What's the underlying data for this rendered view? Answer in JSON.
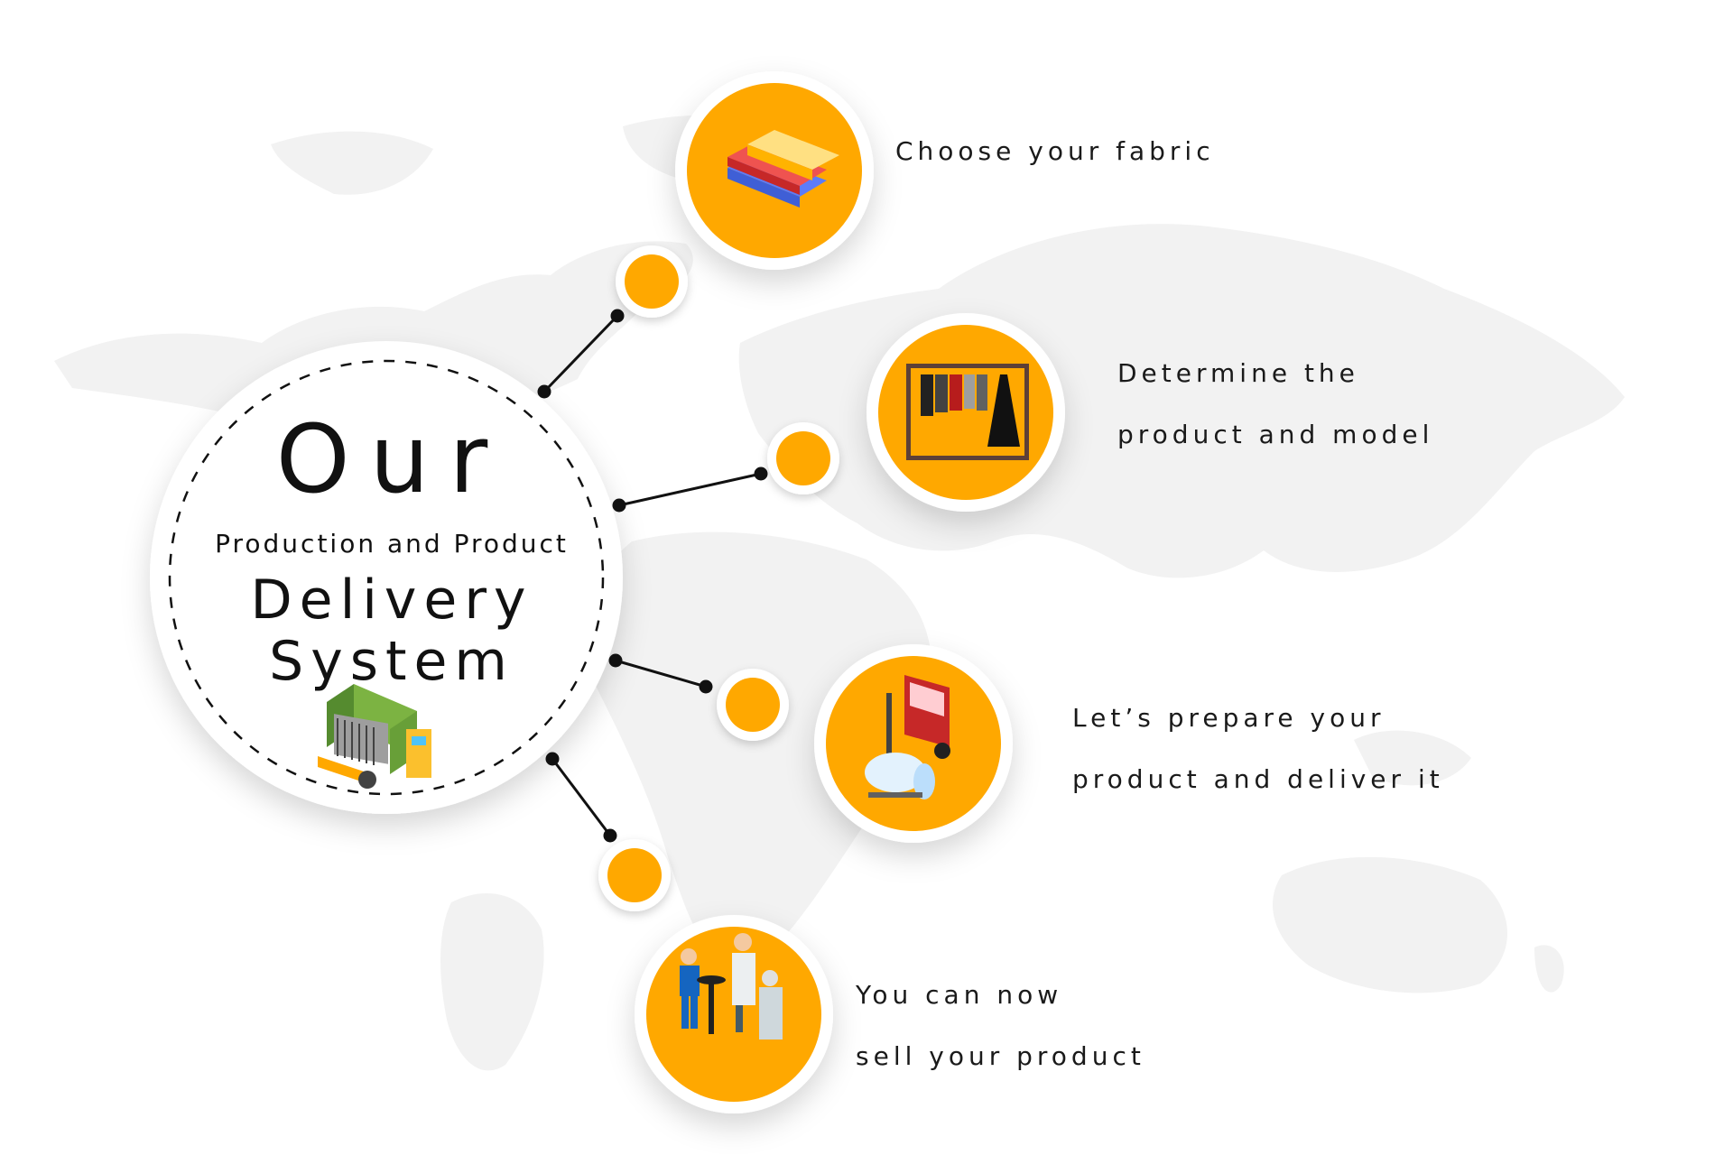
{
  "hub": {
    "title_big": "Our",
    "subtitle": "Production and Product",
    "title_line2": "Delivery",
    "title_line3": "System",
    "icon": "loom-machine-icon"
  },
  "steps": [
    {
      "lines": [
        "Choose your fabric"
      ],
      "icon": "fabric-stack-icon"
    },
    {
      "lines": [
        "Determine the",
        "product and model"
      ],
      "icon": "clothing-rack-icon"
    },
    {
      "lines": [
        "Let’s prepare your",
        "product and deliver it"
      ],
      "icon": "forklift-icon"
    },
    {
      "lines": [
        "You can now",
        "sell your product"
      ],
      "icon": "sales-meeting-icon"
    }
  ],
  "colors": {
    "accent": "#FFA800",
    "connector": "#111111",
    "map": "#F2F2F2",
    "text": "#1A1A1A"
  }
}
